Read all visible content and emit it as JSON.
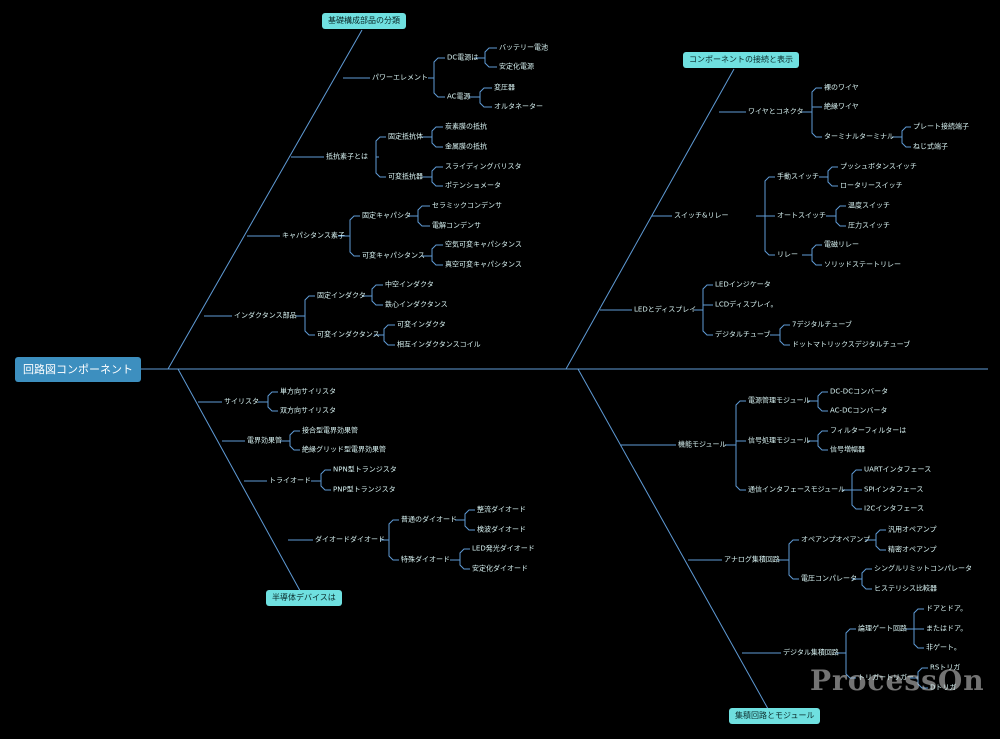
{
  "root": "回路図コンポーネント",
  "watermark": "ProcessOn",
  "categories": {
    "basic": "基礎構成部品の分類",
    "connect": "コンポーネントの接続と表示",
    "semi": "半導体デバイスは",
    "ic": "集積回路とモジュール"
  },
  "basic": {
    "power": "パワーエレメント",
    "dc": "DC電源は",
    "dc1": "バッテリー電池",
    "dc2": "安定化電源",
    "ac": "AC電源",
    "ac1": "変圧器",
    "ac2": "オルタネーター",
    "res": "抵抗素子とは",
    "fixres": "固定抵抗体",
    "fixres1": "炭素膜の抵抗",
    "fixres2": "金属膜の抵抗",
    "varres": "可変抵抗器",
    "varres1": "スライディングバリスタ",
    "varres2": "ポテンショメータ",
    "cap": "キャパシタンス素子",
    "fixcap": "固定キャパシタ",
    "fixcap1": "セラミックコンデンサ",
    "fixcap2": "電解コンデンサ",
    "varcap": "可変キャパシタンス",
    "varcap1": "空気可変キャパシタンス",
    "varcap2": "真空可変キャパシタンス",
    "ind": "インダクタンス部品",
    "fixind": "固定インダクタ",
    "fixind1": "中空インダクタ",
    "fixind2": "鉄心インダクタンス",
    "varind": "可変インダクタンス",
    "varind1": "可変インダクタ",
    "varind2": "相互インダクタンスコイル"
  },
  "connect": {
    "wire": "ワイヤとコネクタ",
    "wire1": "裸のワイヤ",
    "wire2": "絶縁ワイヤ",
    "term": "ターミナルターミナル",
    "term1": "プレート接続端子",
    "term2": "ねじ式端子",
    "sw": "スイッチ&リレー",
    "msw": "手動スイッチ",
    "msw1": "プッシュボタンスイッチ",
    "msw2": "ロータリースイッチ",
    "asw": "オートスイッチ",
    "asw1": "温度スイッチ",
    "asw2": "圧力スイッチ",
    "relay": "リレー",
    "relay1": "電磁リレー",
    "relay2": "ソリッドステートリレー",
    "led": "LEDとディスプレイ",
    "led1": "LEDインジケータ",
    "led2": "LCDディスプレイ。",
    "tube": "デジタルチューブ",
    "tube1": "7デジタルチューブ",
    "tube2": "ドットマトリックスデジタルチューブ"
  },
  "semi": {
    "thy": "サイリスタ",
    "thy1": "単方向サイリスタ",
    "thy2": "双方向サイリスタ",
    "fet": "電界効果管",
    "fet1": "接合型電界効果管",
    "fet2": "絶縁グリッド型電界効果管",
    "tri": "トライオード",
    "tri1": "NPN型トランジスタ",
    "tri2": "PNP型トランジスタ",
    "dio": "ダイオードダイオード",
    "ndio": "普通のダイオード",
    "ndio1": "整流ダイオード",
    "ndio2": "検波ダイオード",
    "sdio": "特殊ダイオード",
    "sdio1": "LED発光ダイオード",
    "sdio2": "安定化ダイオード"
  },
  "ic": {
    "func": "機能モジュール",
    "pwr": "電源管理モジュール",
    "pwr1": "DC-DCコンバータ",
    "pwr2": "AC-DCコンバータ",
    "sig": "信号処理モジュール",
    "sig1": "フィルターフィルターは",
    "sig2": "信号増幅器",
    "com": "通信インタフェースモジュール",
    "com1": "UARTインタフェース",
    "com2": "SPIインタフェース",
    "com3": "I2Cインタフェース",
    "ana": "アナログ集積回路",
    "op": "オペアンプオペアンプ",
    "op1": "汎用オペアンプ",
    "op2": "精密オペアンプ",
    "cmp": "電圧コンパレータ",
    "cmp1": "シングルリミットコンパレータ",
    "cmp2": "ヒステリシス比較器",
    "dig": "デジタル集積回路",
    "gate": "論理ゲート回路",
    "gate1": "ドアとドア。",
    "gate2": "またはドア。",
    "gate3": "非ゲート。",
    "ff": "トリガートリガー",
    "ff1": "RSトリガ",
    "ff2": "Dトリガ"
  }
}
